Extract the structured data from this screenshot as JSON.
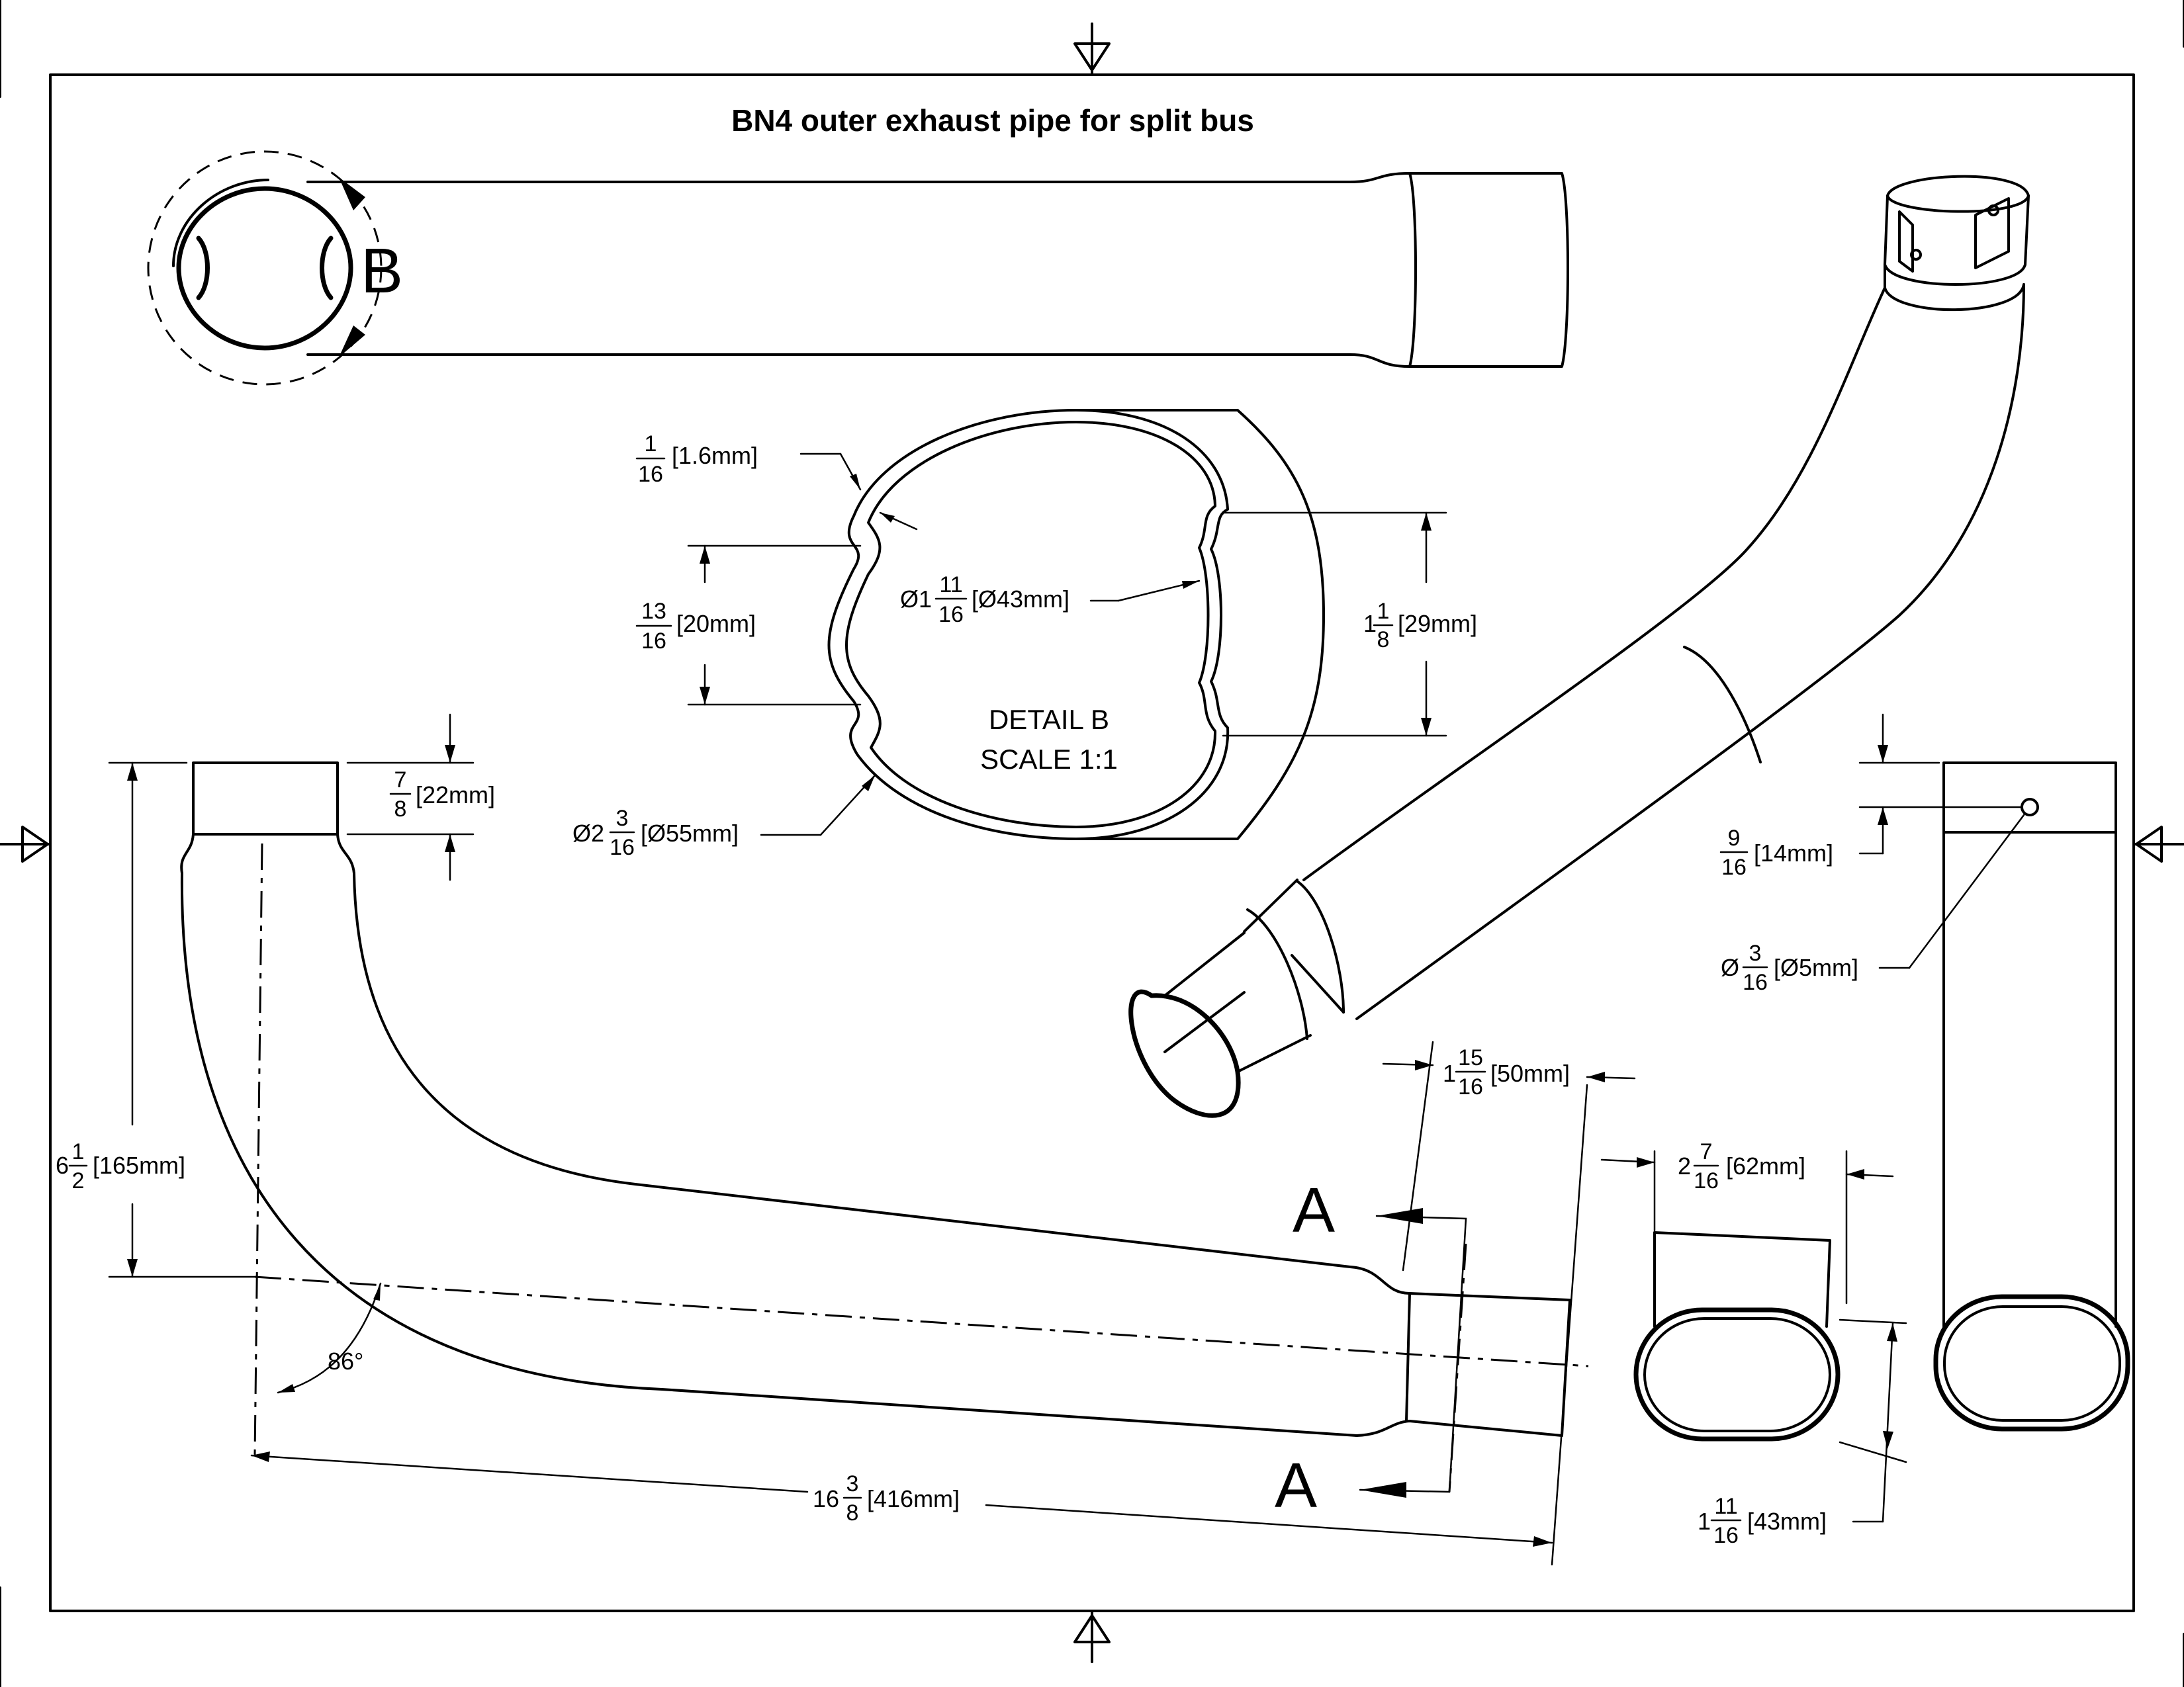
{
  "title": "BN4 outer exhaust pipe for split bus",
  "detail": {
    "label": "B",
    "caption_line1": "DETAIL B",
    "caption_line2": "SCALE 1:1"
  },
  "section_marker": "A",
  "dimensions": {
    "wall": {
      "num": "1",
      "den": "16",
      "mm": "[1.6mm]"
    },
    "notch_height": {
      "num": "13",
      "den": "16",
      "mm": "[20mm]"
    },
    "inner_dia": {
      "prefix": "Ø1",
      "num": "11",
      "den": "16",
      "mm": "[Ø43mm]"
    },
    "notch_span": {
      "prefix": "1",
      "num": "1",
      "den": "8",
      "mm": "[29mm]"
    },
    "outer_dia": {
      "prefix": "Ø2",
      "num": "3",
      "den": "16",
      "mm": "[Ø55mm]"
    },
    "collar_len": {
      "num": "7",
      "den": "8",
      "mm": "[22mm]"
    },
    "height": {
      "prefix": "6",
      "num": "1",
      "den": "2",
      "mm": "[165mm]"
    },
    "angle": "86°",
    "length": {
      "prefix": "16",
      "num": "3",
      "den": "8",
      "mm": "[416mm]"
    },
    "end_len": {
      "prefix": "1",
      "num": "15",
      "den": "16",
      "mm": "[50mm]"
    },
    "oval_width": {
      "prefix": "2",
      "num": "7",
      "den": "16",
      "mm": "[62mm]"
    },
    "oval_height": {
      "prefix": "1",
      "num": "11",
      "den": "16",
      "mm": "[43mm]"
    },
    "hole_pos": {
      "num": "9",
      "den": "16",
      "mm": "[14mm]"
    },
    "hole_dia": {
      "prefix": "Ø",
      "num": "3",
      "den": "16",
      "mm": "[Ø5mm]"
    }
  },
  "colors": {
    "line": "#000000",
    "background": "#ffffff"
  }
}
